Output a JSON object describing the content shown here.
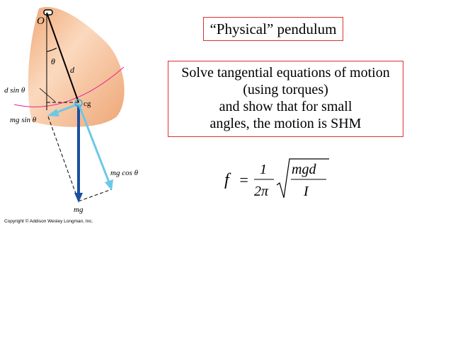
{
  "title": "“Physical” pendulum",
  "task_lines": [
    "Solve tangential equations of motion",
    "(using torques)",
    "and show that for small",
    "angles, the motion is SHM"
  ],
  "formula": {
    "lhs": "f",
    "eq": "=",
    "numerator": "1",
    "denominator": "2π",
    "radicand_num": "mgd",
    "radicand_den": "I"
  },
  "diagram": {
    "labels": {
      "pivot": "O",
      "angle": "θ",
      "distance": "d",
      "dsin": "d sin θ",
      "cg": "cg",
      "mgsin": "mg sin θ",
      "mgcos": "mg cos θ",
      "mg": "mg"
    },
    "copyright": "Copyright © Addison Wesley Longman, Inc."
  },
  "colors": {
    "body": "#f2b287",
    "arc": "#e8208a",
    "weight_arrow": "#1a4fa0",
    "component_arrows": "#6cc8e8",
    "box_border": "#e03030"
  }
}
